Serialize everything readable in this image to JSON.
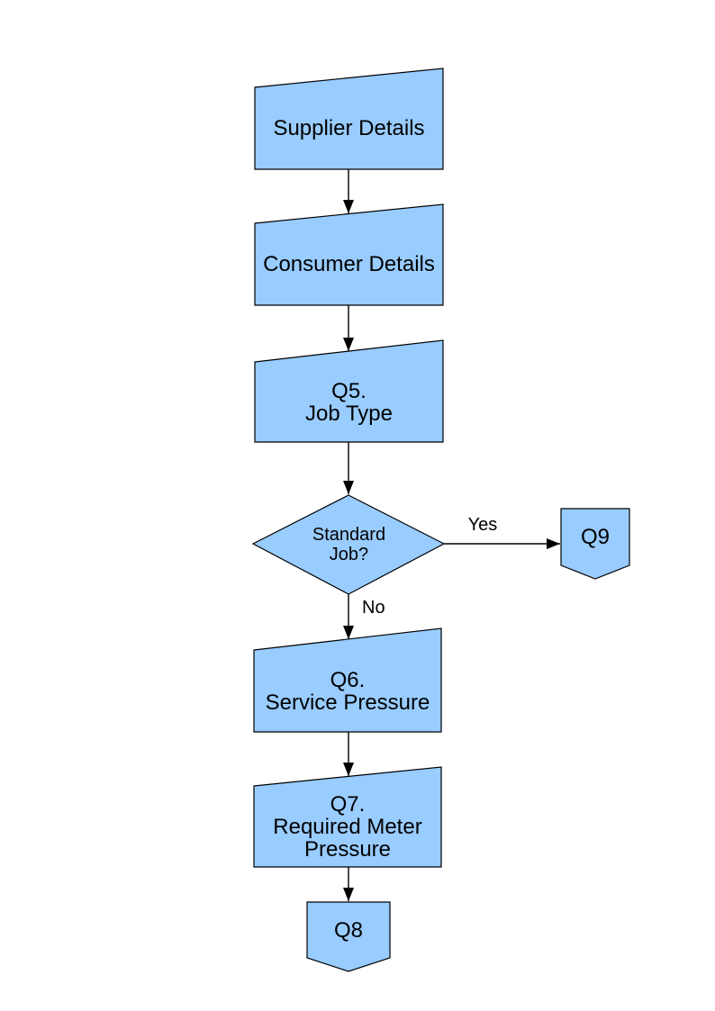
{
  "colors": {
    "shape_fill": "#99ccff",
    "shape_border": "#000000",
    "arrow": "#000000",
    "text": "#000000",
    "background": "#ffffff"
  },
  "flowchart": {
    "nodes": {
      "supplier": {
        "label": "Supplier Details",
        "shape": "manual-input"
      },
      "consumer": {
        "label": "Consumer Details",
        "shape": "manual-input"
      },
      "q5": {
        "label": "Q5.\nJob Type",
        "shape": "manual-input"
      },
      "standard_job": {
        "label": "Standard\nJob?",
        "shape": "decision"
      },
      "q9": {
        "label": "Q9",
        "shape": "off-page-connector"
      },
      "q6": {
        "label": "Q6.\nService Pressure",
        "shape": "manual-input"
      },
      "q7": {
        "label": "Q7.\nRequired Meter\nPressure",
        "shape": "manual-input"
      },
      "q8": {
        "label": "Q8",
        "shape": "off-page-connector"
      }
    },
    "edges": [
      {
        "from": "supplier",
        "to": "consumer",
        "label": ""
      },
      {
        "from": "consumer",
        "to": "q5",
        "label": ""
      },
      {
        "from": "q5",
        "to": "standard_job",
        "label": ""
      },
      {
        "from": "standard_job",
        "to": "q9",
        "label": "Yes"
      },
      {
        "from": "standard_job",
        "to": "q6",
        "label": "No"
      },
      {
        "from": "q6",
        "to": "q7",
        "label": ""
      },
      {
        "from": "q7",
        "to": "q8",
        "label": ""
      }
    ]
  }
}
